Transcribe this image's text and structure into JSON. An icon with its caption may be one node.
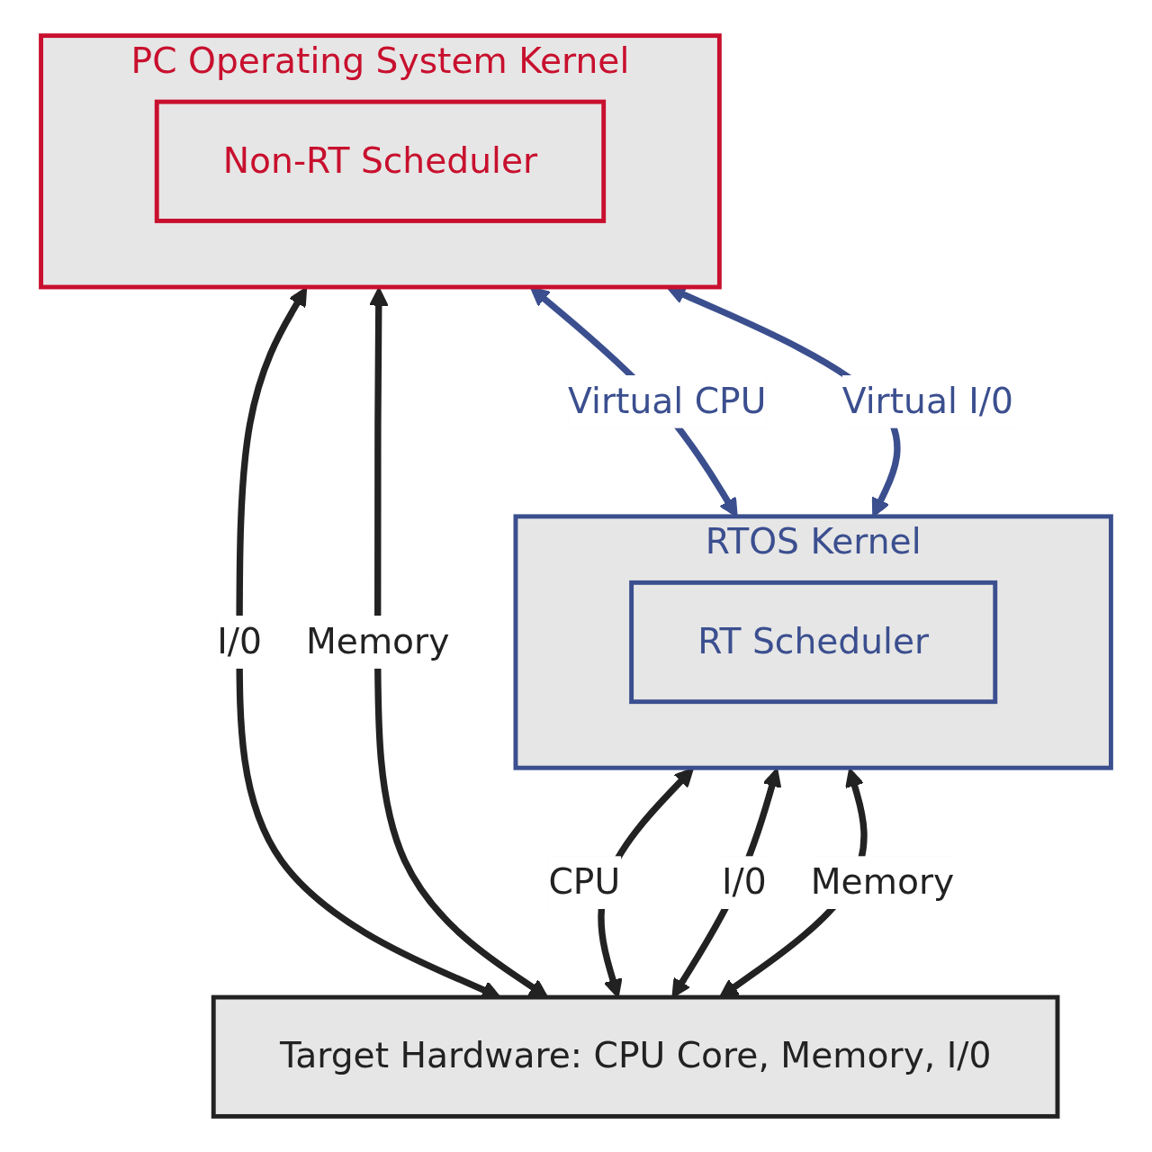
{
  "diagram": {
    "nodes": [
      {
        "text": [
          "PC Operating System Kernel"
        ]
      },
      {
        "text": [
          "Non-RT Scheduler"
        ],
        "in": 0
      },
      {
        "text": [
          "RTOS Kernel"
        ]
      },
      {
        "text": [
          "RT Scheduler"
        ],
        "in": 2
      },
      {
        "text": [
          "Target Hardware: CPU Core, Memory, I/0"
        ]
      }
    ],
    "edges": [
      {
        "from": 0,
        "to": 2,
        "arrow": "both",
        "label": "Virtual CPU",
        "color": "#3b4f8f"
      },
      {
        "from": 0,
        "to": 2,
        "arrow": "both",
        "label": "Virtual I/0",
        "color": "#3b4f8f"
      },
      {
        "from": 0,
        "to": 4,
        "arrow": "both",
        "label": "I/0"
      },
      {
        "from": 0,
        "to": 4,
        "arrow": "both",
        "label": "Memory"
      },
      {
        "from": 2,
        "to": 4,
        "arrow": "both",
        "label": "CPU"
      },
      {
        "from": 2,
        "to": 4,
        "arrow": "both",
        "label": "I/0"
      },
      {
        "from": 2,
        "to": 4,
        "arrow": "both",
        "label": "Memory"
      }
    ]
  }
}
